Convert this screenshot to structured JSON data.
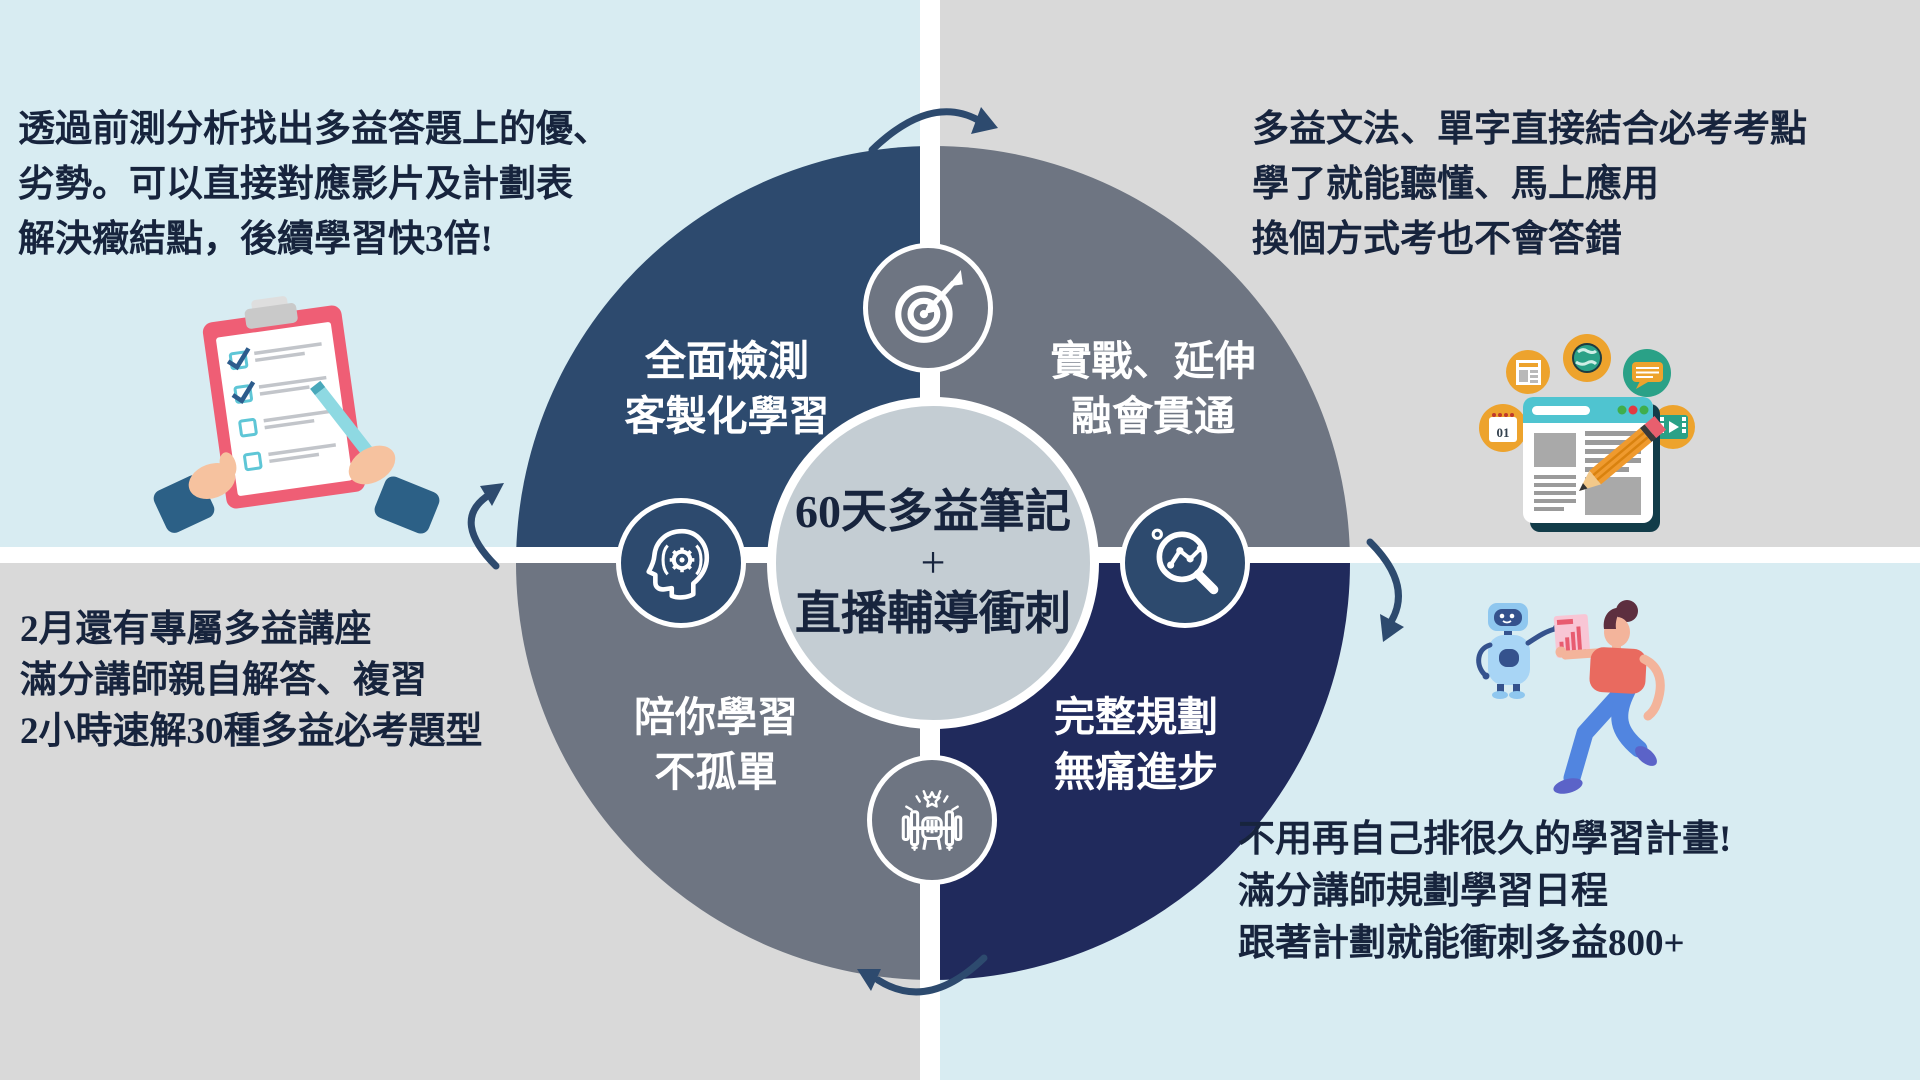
{
  "colors": {
    "bg_light_blue": "#d8ecf2",
    "bg_light_gray": "#d9d9d9",
    "quadrant_steel_blue": "#2d4a6e",
    "quadrant_slate_gray": "#6e7582",
    "quadrant_navy": "#202a5c",
    "center_circle_fill": "#c4cdd3",
    "text_navy": "#17243d",
    "arrow_blue": "#2d4a6e",
    "accent_orange": "#eda32d",
    "accent_teal": "#2aa187",
    "accent_pink": "#ef5e75"
  },
  "center_badge": {
    "line1": "60天多益筆記",
    "plus": "+",
    "line2": "直播輔導衝刺"
  },
  "wheel_labels": {
    "top_left": {
      "line1": "全面檢測",
      "line2": "客製化學習"
    },
    "top_right": {
      "line1": "實戰、延伸",
      "line2": "融會貫通"
    },
    "bottom_left": {
      "line1": "陪你學習",
      "line2": "不孤單"
    },
    "bottom_right": {
      "line1": "完整規劃",
      "line2": "無痛進步"
    }
  },
  "callouts": {
    "top_left": {
      "line1": "透過前測分析找出多益答題上的優、",
      "line2": "劣勢。可以直接對應影片及計劃表",
      "line3": "解決癥結點，後續學習快3倍!"
    },
    "top_right": {
      "line1": "多益文法、單字直接結合必考考點",
      "line2": "學了就能聽懂、馬上應用",
      "line3": "換個方式考也不會答錯"
    },
    "bottom_left": {
      "line1": "2月還有專屬多益講座",
      "line2": "滿分講師親自解答、複習",
      "line3": "2小時速解30種多益必考題型"
    },
    "bottom_right": {
      "line1": "不用再自己排很久的學習計畫!",
      "line2": "滿分講師規劃學習日程",
      "line3": "跟著計劃就能衝刺多益800+"
    }
  },
  "icons": {
    "top": "target-arrow-icon",
    "left": "head-gear-icon",
    "right": "magnifier-chart-icon",
    "bottom": "fist-dumbbell-icon"
  },
  "illustrations": {
    "top_left": "clipboard-checklist",
    "top_right": "online-learning-browser",
    "bottom_right": "robot-and-runner",
    "calendar_label": "01"
  }
}
